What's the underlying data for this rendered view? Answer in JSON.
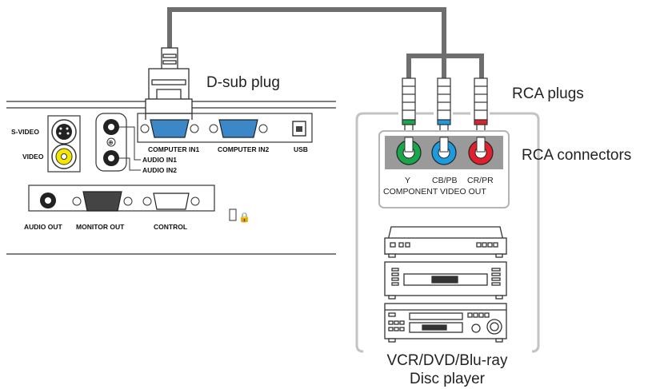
{
  "labels": {
    "dsub_plug": "D-sub plug",
    "rca_plugs": "RCA plugs",
    "rca_connectors": "RCA connectors",
    "player_line1": "VCR/DVD/Blu-ray",
    "player_line2": "Disc player"
  },
  "projector_panel": {
    "s_video": "S-VIDEO",
    "video": "VIDEO",
    "audio_in1": "AUDIO IN1",
    "audio_in2": "AUDIO IN2",
    "computer_in1": "COMPUTER IN1",
    "computer_in2": "COMPUTER IN2",
    "usb": "USB",
    "audio_out": "AUDIO OUT",
    "monitor_out": "MONITOR OUT",
    "control": "CONTROL"
  },
  "rca_panel": {
    "y": "Y",
    "cb_pb": "CB/PB",
    "cr_pr": "CR/PR",
    "component_video_out": "COMPONENT VIDEO OUT"
  },
  "colors": {
    "green": "#1aa64a",
    "blue": "#1c9be0",
    "red": "#e0202e",
    "cable": "#6e6e6e"
  }
}
